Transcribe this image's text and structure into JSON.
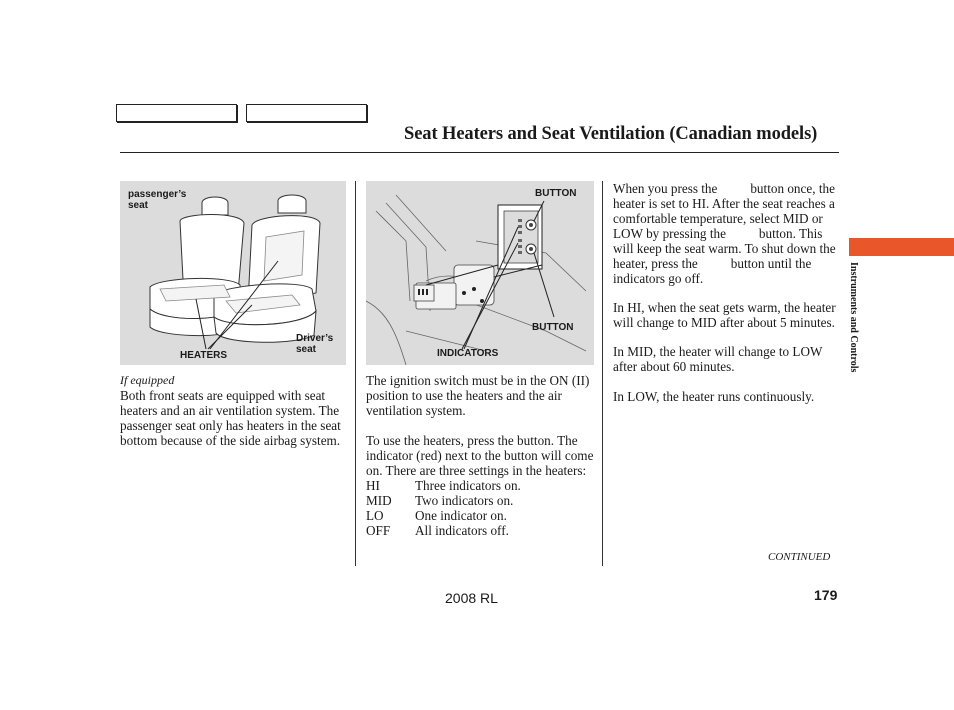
{
  "header": {
    "title": "Seat Heaters and Seat Ventilation (Canadian models)"
  },
  "figure_left": {
    "label_passenger": "passenger’s seat",
    "label_driver": "Driver’s seat",
    "label_heaters": "HEATERS"
  },
  "figure_right": {
    "label_button_top": "BUTTON",
    "label_button_bottom": "BUTTON",
    "label_indicators": "INDICATORS"
  },
  "col1": {
    "if_equipped": "If equipped",
    "para1": "Both front seats are equipped with seat heaters and an air ventilation system. The passenger seat only has heaters in the seat bottom because of the side airbag system."
  },
  "col2": {
    "para1": "The ignition switch must be in the ON (II) position to use the heaters and the air ventilation system.",
    "para2": "To use the heaters, press the button. The indicator (red) next to the button will come on. There are three settings in the heaters:",
    "settings": [
      {
        "name": "HI",
        "desc": "Three indicators on."
      },
      {
        "name": "MID",
        "desc": "Two indicators on."
      },
      {
        "name": "LO",
        "desc": "One indicator on."
      },
      {
        "name": "OFF",
        "desc": "All indicators off."
      }
    ]
  },
  "col3": {
    "para1": "When you press the    button once, the heater is set to HI. After the seat reaches a comfortable temperature, select MID or LOW by pressing the    button. This will keep the seat warm. To shut down the heater, press the    button until the indicators go off.",
    "para2": "In HI, when the seat gets warm, the heater will change to MID after about 5 minutes.",
    "para3": "In MID, the heater will change to LOW after about 60 minutes.",
    "para4": "In LOW, the heater runs continuously."
  },
  "side_tab": {
    "label": "Instruments and Controls",
    "color": "#e8562a"
  },
  "footer": {
    "continued": "CONTINUED",
    "model": "2008  RL",
    "page_number": "179"
  }
}
